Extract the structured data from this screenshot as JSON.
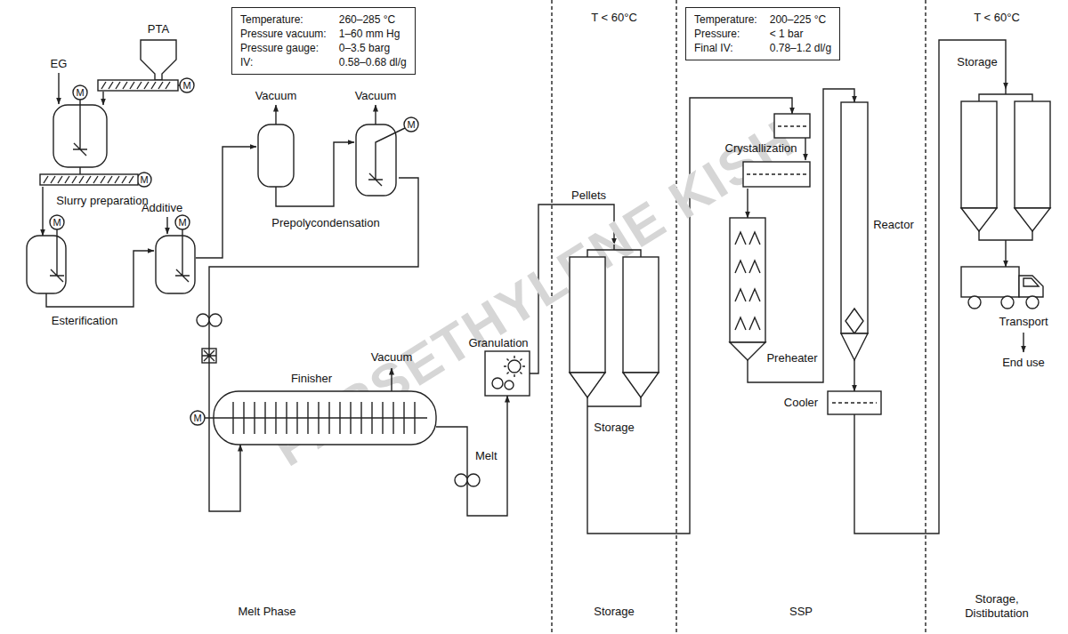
{
  "diagram": {
    "nodes": [
      {
        "text": [
          "Temperature:",
          "260–285 °C",
          "Pressure vacuum:",
          "1–60 mm Hg",
          "Pressure gauge:",
          "0–3.5 barg",
          "IV:",
          "0.58–0.68 dl/g"
        ]
      },
      {
        "text": [
          "PTA"
        ]
      },
      {
        "text": [
          "Slurry preparation"
        ]
      },
      {
        "text": [
          "Esterification"
        ]
      },
      {
        "text": [
          "Prepolycondensation"
        ]
      },
      {
        "text": [
          "Finisher"
        ]
      },
      {
        "text": [
          "Granulation"
        ]
      },
      {
        "text": [
          "Storage"
        ]
      },
      {
        "text": [
          "Temperature:",
          "200–225 °C",
          "Pressure:",
          "< 1 bar",
          "Final IV:",
          "0.78–1.2 dl/g"
        ]
      },
      {
        "text": [
          "Crystallization"
        ]
      },
      {
        "text": [
          "Preheater"
        ]
      },
      {
        "text": [
          "Reactor"
        ]
      },
      {
        "text": [
          "Cooler"
        ]
      },
      {
        "text": [
          "Storage"
        ]
      },
      {
        "text": [
          "Transport"
        ]
      }
    ],
    "edges": [
      {
        "from": 1,
        "to": 2,
        "arrow": "to"
      },
      {
        "from": 2,
        "to": 3,
        "arrow": "to"
      },
      {
        "from": 3,
        "to": 4,
        "arrow": "to"
      },
      {
        "from": 4,
        "to": 5,
        "arrow": "to"
      },
      {
        "from": 5,
        "to": 6,
        "label": "Melt",
        "arrow": "to"
      },
      {
        "from": 6,
        "to": 7,
        "label": "Pellets",
        "arrow": "to"
      },
      {
        "from": 7,
        "to": 9,
        "arrow": "to"
      },
      {
        "from": 9,
        "to": 10,
        "arrow": "to"
      },
      {
        "from": 10,
        "to": 11,
        "arrow": "to"
      },
      {
        "from": 11,
        "to": 12,
        "arrow": "to"
      },
      {
        "from": 12,
        "to": 13,
        "arrow": "to"
      },
      {
        "from": 13,
        "to": 14,
        "arrow": "to"
      }
    ],
    "labels": [
      "EG",
      "Additive",
      "Vacuum",
      "Vacuum",
      "Vacuum",
      "T < 60°C",
      "T < 60°C",
      "End use",
      "Melt Phase",
      "Storage",
      "SSP",
      "Storage, Distibutation",
      "M",
      "M",
      "M",
      "M",
      "M",
      "M",
      "M",
      "PARSETHYLENE KISH"
    ]
  }
}
